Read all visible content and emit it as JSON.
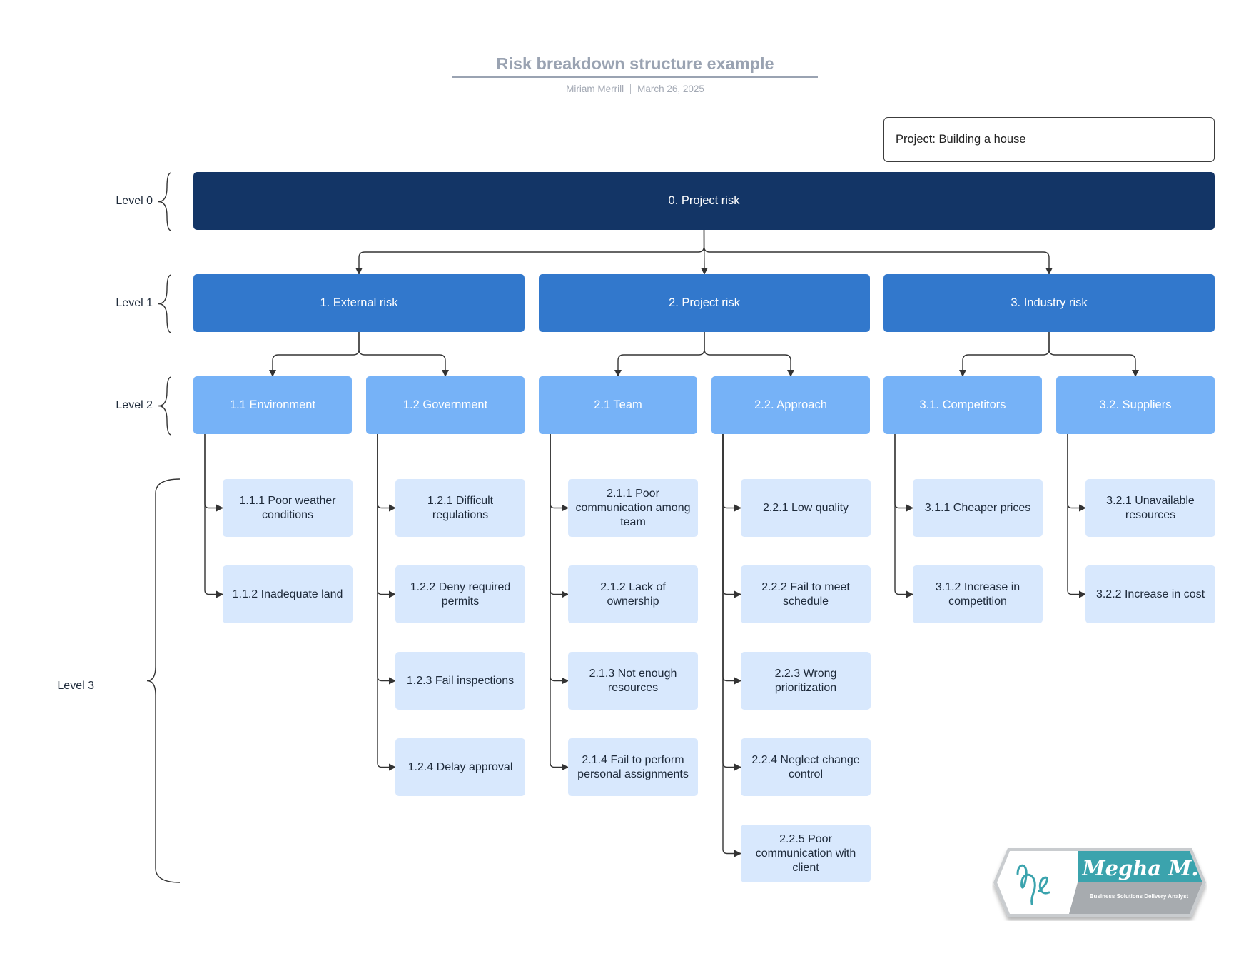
{
  "header": {
    "title": "Risk breakdown structure example",
    "author": "Miriam Merrill",
    "date": "March 26, 2025"
  },
  "project_label": "Project: Building a house",
  "levels": [
    "Level 0",
    "Level 1",
    "Level 2",
    "Level 3"
  ],
  "root": {
    "label": "0. Project risk"
  },
  "categories": [
    {
      "label": "1. External risk",
      "children": [
        {
          "label": "1.1 Environment",
          "items": [
            "1.1.1 Poor weather conditions",
            "1.1.2 Inadequate land"
          ]
        },
        {
          "label": "1.2 Government",
          "items": [
            "1.2.1 Difficult regulations",
            "1.2.2 Deny required permits",
            "1.2.3 Fail inspections",
            "1.2.4 Delay approval"
          ]
        }
      ]
    },
    {
      "label": "2. Project risk",
      "children": [
        {
          "label": "2.1 Team",
          "items": [
            "2.1.1 Poor communication among team",
            "2.1.2 Lack of ownership",
            "2.1.3 Not enough resources",
            "2.1.4 Fail to perform personal assignments"
          ]
        },
        {
          "label": "2.2. Approach",
          "items": [
            "2.2.1 Low quality",
            "2.2.2 Fail to meet schedule",
            "2.2.3 Wrong prioritization",
            "2.2.4 Neglect change control",
            "2.2.5 Poor communication with client"
          ]
        }
      ]
    },
    {
      "label": "3. Industry risk",
      "children": [
        {
          "label": "3.1. Competitors",
          "items": [
            "3.1.1 Cheaper prices",
            "3.1.2 Increase in competition"
          ]
        },
        {
          "label": "3.2. Suppliers",
          "items": [
            "3.2.1 Unavailable resources",
            "3.2.2 Increase in cost"
          ]
        }
      ]
    }
  ],
  "logo": {
    "name": "Megha M.",
    "tagline": "Business Solutions Delivery Analyst",
    "colors": {
      "teal": "#3aa3ad",
      "gray": "#a7abaf"
    }
  }
}
